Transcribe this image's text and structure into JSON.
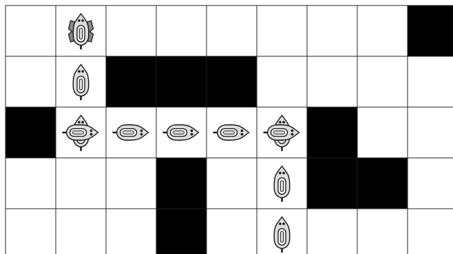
{
  "grid": {
    "cols": 9,
    "rows": 5,
    "colors": {
      "background": "#ffffff",
      "wall": "#000000",
      "gridline": "#222222",
      "robot_body": "#dddddd",
      "robot_ring": "#ffffff",
      "robot_stroke": "#111111",
      "robot_wheel": "#888888"
    },
    "walls": [
      {
        "row": 0,
        "col": 8
      },
      {
        "row": 1,
        "col": 2
      },
      {
        "row": 1,
        "col": 3
      },
      {
        "row": 1,
        "col": 4
      },
      {
        "row": 2,
        "col": 0
      },
      {
        "row": 2,
        "col": 6
      },
      {
        "row": 3,
        "col": 3
      },
      {
        "row": 3,
        "col": 6
      },
      {
        "row": 3,
        "col": 7
      },
      {
        "row": 4,
        "col": 3
      }
    ],
    "robots": [
      {
        "row": 0,
        "col": 1,
        "directions": [
          "up"
        ],
        "icon": "robot-with-side-wheels-icon"
      },
      {
        "row": 1,
        "col": 1,
        "directions": [
          "up"
        ],
        "icon": "robot-icon"
      },
      {
        "row": 2,
        "col": 1,
        "directions": [
          "up",
          "right"
        ],
        "icon": "robot-junction-icon"
      },
      {
        "row": 2,
        "col": 2,
        "directions": [
          "right"
        ],
        "icon": "robot-icon"
      },
      {
        "row": 2,
        "col": 3,
        "directions": [
          "right"
        ],
        "icon": "robot-icon"
      },
      {
        "row": 2,
        "col": 4,
        "directions": [
          "right"
        ],
        "icon": "robot-icon"
      },
      {
        "row": 2,
        "col": 5,
        "directions": [
          "up",
          "right"
        ],
        "icon": "robot-junction-icon"
      },
      {
        "row": 3,
        "col": 5,
        "directions": [
          "up"
        ],
        "icon": "robot-icon"
      },
      {
        "row": 4,
        "col": 5,
        "directions": [
          "up"
        ],
        "icon": "robot-icon"
      }
    ]
  }
}
